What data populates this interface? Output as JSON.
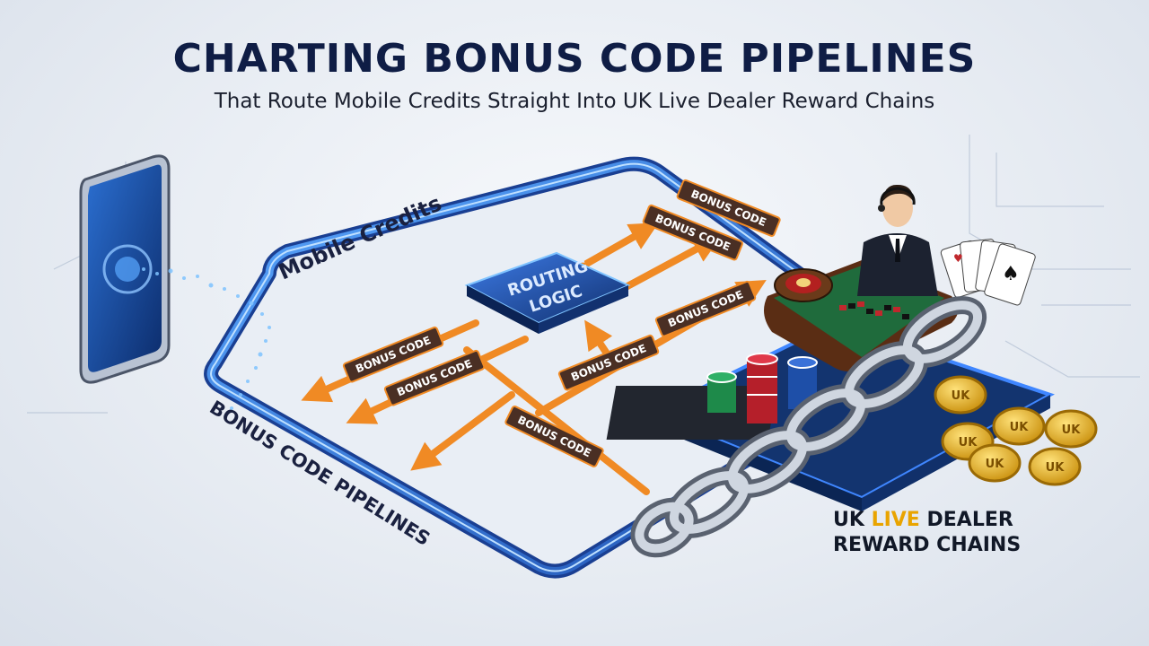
{
  "header": {
    "title": "CHARTING BONUS CODE PIPELINES",
    "subtitle": "That Route Mobile Credits Straight Into UK Live Dealer Reward Chains"
  },
  "diagram": {
    "mobile_label": "Mobile Credits",
    "pipeline_label": "BONUS CODE PIPELINES",
    "routing_line1": "ROUTING",
    "routing_line2": "LOGIC",
    "bonus_tag": "BONUS CODE",
    "coin_text": "UK",
    "reward_part1": "UK ",
    "reward_highlight": "LIVE",
    "reward_part2": " DEALER",
    "reward_line2": "REWARD CHAINS"
  },
  "colors": {
    "pipeline": "#2f6fd6",
    "arrow": "#f08a24",
    "tag": "#4a2f24",
    "table": "#1f6b3c",
    "coin": "#e7b524"
  }
}
